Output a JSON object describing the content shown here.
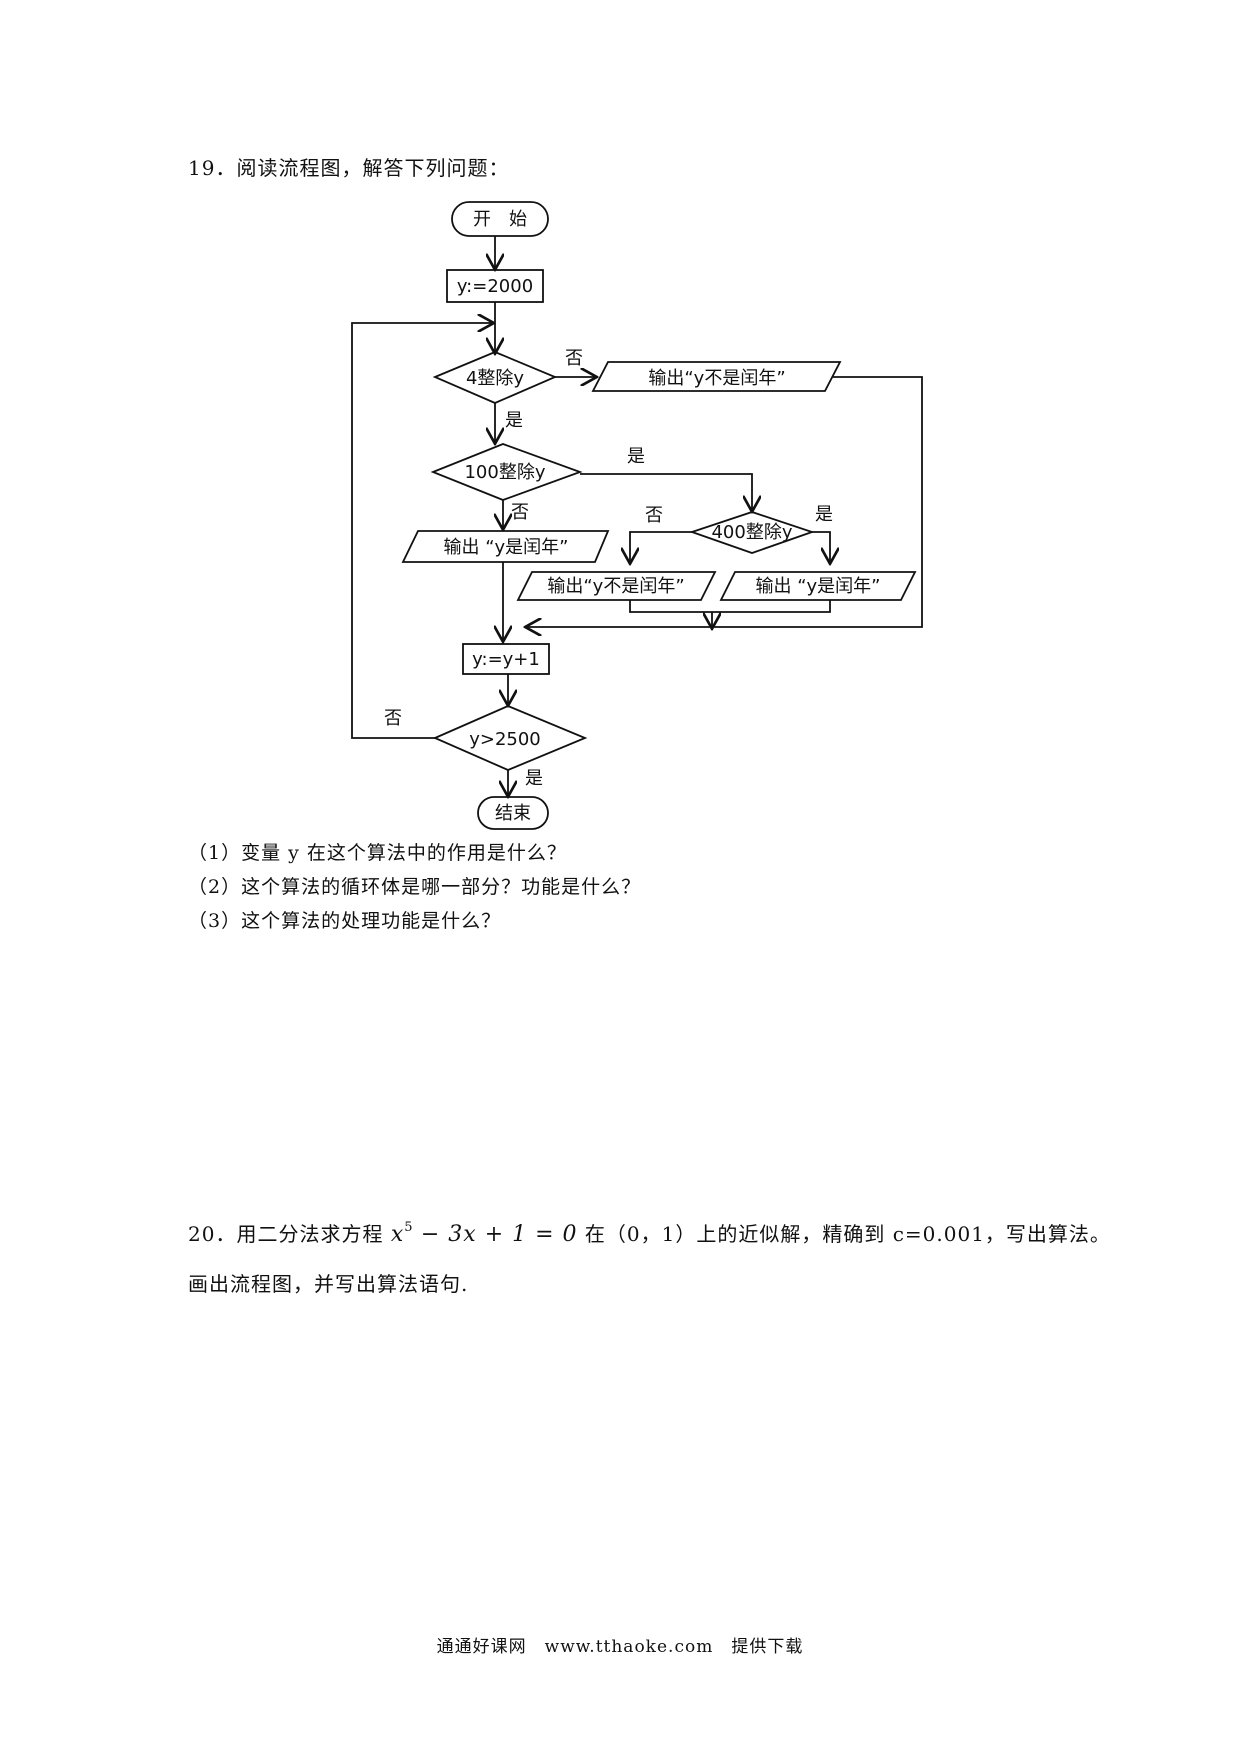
{
  "q19": {
    "title": "19．阅读流程图，解答下列问题：",
    "flow": {
      "start": "开　始",
      "init": "y:=2000",
      "cond4": "4整除y",
      "no1": "否",
      "out_not_leap_1": "输出“y不是闰年”",
      "yes1": "是",
      "cond100": "100整除y",
      "yes2": "是",
      "no2": "否",
      "out_leap_1": "输出 “y是闰年”",
      "no3": "否",
      "cond400": "400整除y",
      "yes3": "是",
      "out_not_leap_2": "输出“y不是闰年”",
      "out_leap_2": "输出 “y是闰年”",
      "inc": "y:=y+1",
      "no4": "否",
      "cond2500": "y>2500",
      "yes4": "是",
      "end": "结束"
    },
    "sub1": "（1）变量 y 在这个算法中的作用是什么？",
    "sub2": "（2）这个算法的循环体是哪一部分？功能是什么？",
    "sub3": "（3）这个算法的处理功能是什么？"
  },
  "q20": {
    "prefix": "20．用二分法求方程",
    "eq_x": "x",
    "eq_exp": "5",
    "eq_rest": "− 3x  + 1 = 0",
    "suffix": "在（0，1）上的近似解，精确到 c=0.001，写出算法。",
    "line2": "画出流程图，并写出算法语句."
  },
  "footer": "通通好课网　www.tthaoke.com　提供下载"
}
